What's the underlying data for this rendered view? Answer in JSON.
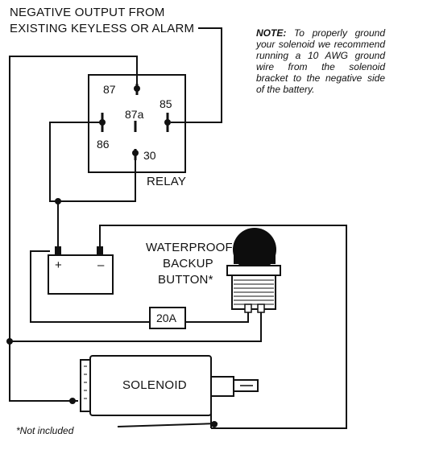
{
  "header": {
    "line1": "NEGATIVE OUTPUT FROM",
    "line2": "EXISTING KEYLESS OR ALARM"
  },
  "note": {
    "label": "NOTE:",
    "text": "To properly ground your solenoid we recommend running a 10 AWG ground wire from the solenoid bracket to the negative side of the battery."
  },
  "relay": {
    "label": "RELAY",
    "pins": {
      "p87": "87",
      "p87a": "87a",
      "p85": "85",
      "p86": "86",
      "p30": "30"
    }
  },
  "button": {
    "line1": "WATERPROOF",
    "line2": "BACKUP",
    "line3": "BUTTON*"
  },
  "battery": {
    "plus": "+",
    "minus": "–"
  },
  "fuse": {
    "label": "20A"
  },
  "solenoid": {
    "label": "SOLENOID"
  },
  "footnote": "*Not included",
  "colors": {
    "wire": "#111111",
    "button_cap": "#0d0d0d",
    "solenoid_body": "#ffffff"
  }
}
